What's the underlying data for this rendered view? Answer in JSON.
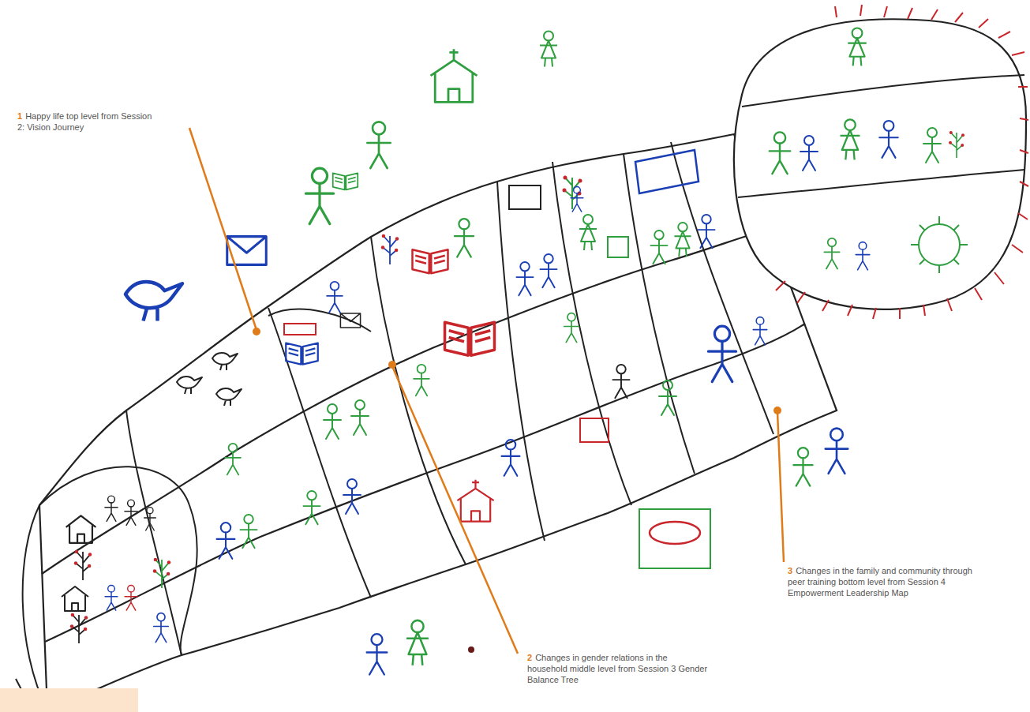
{
  "diagram": {
    "labels": [
      "1",
      "Happy life top level from Session 2: Vision Journey",
      "2",
      "Changes in gender relations in the household middle level from Session 3 Gender Balance Tree",
      "3",
      "Changes in the family and community through peer training bottom level from Session 4 Empowerment Leadership Map"
    ]
  }
}
